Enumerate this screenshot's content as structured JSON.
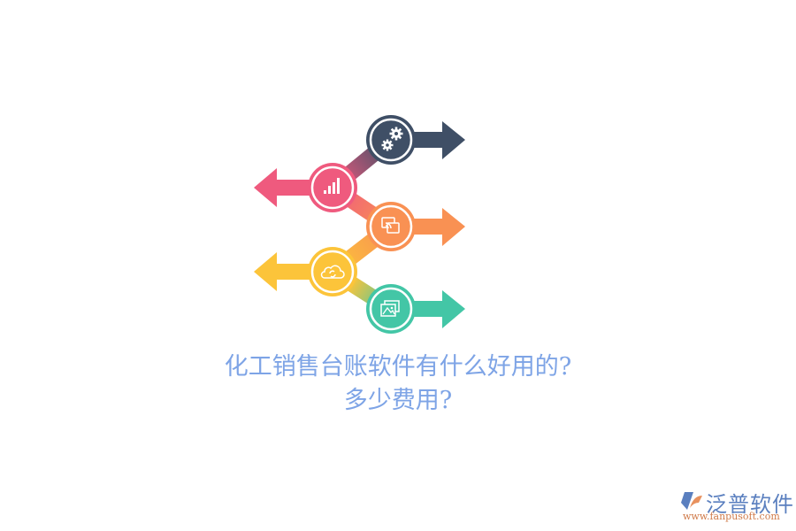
{
  "title": {
    "line1": "化工销售台账软件有什么好用的?",
    "line2": "多少费用?"
  },
  "steps": [
    {
      "icon": "gears-icon",
      "direction": "right",
      "color": "#3f4f66"
    },
    {
      "icon": "bar-chart-icon",
      "direction": "left",
      "color": "#ef5a7e"
    },
    {
      "icon": "screen-cast-icon",
      "direction": "right",
      "color": "#f99153"
    },
    {
      "icon": "cloud-sync-icon",
      "direction": "left",
      "color": "#fcc43a"
    },
    {
      "icon": "image-gallery-icon",
      "direction": "right",
      "color": "#43c6a6"
    }
  ],
  "logo": {
    "name": "泛普软件",
    "url": "www.fanpusoft.com",
    "colors": {
      "blue": "#5a7fbf",
      "orange": "#e8915e"
    }
  }
}
